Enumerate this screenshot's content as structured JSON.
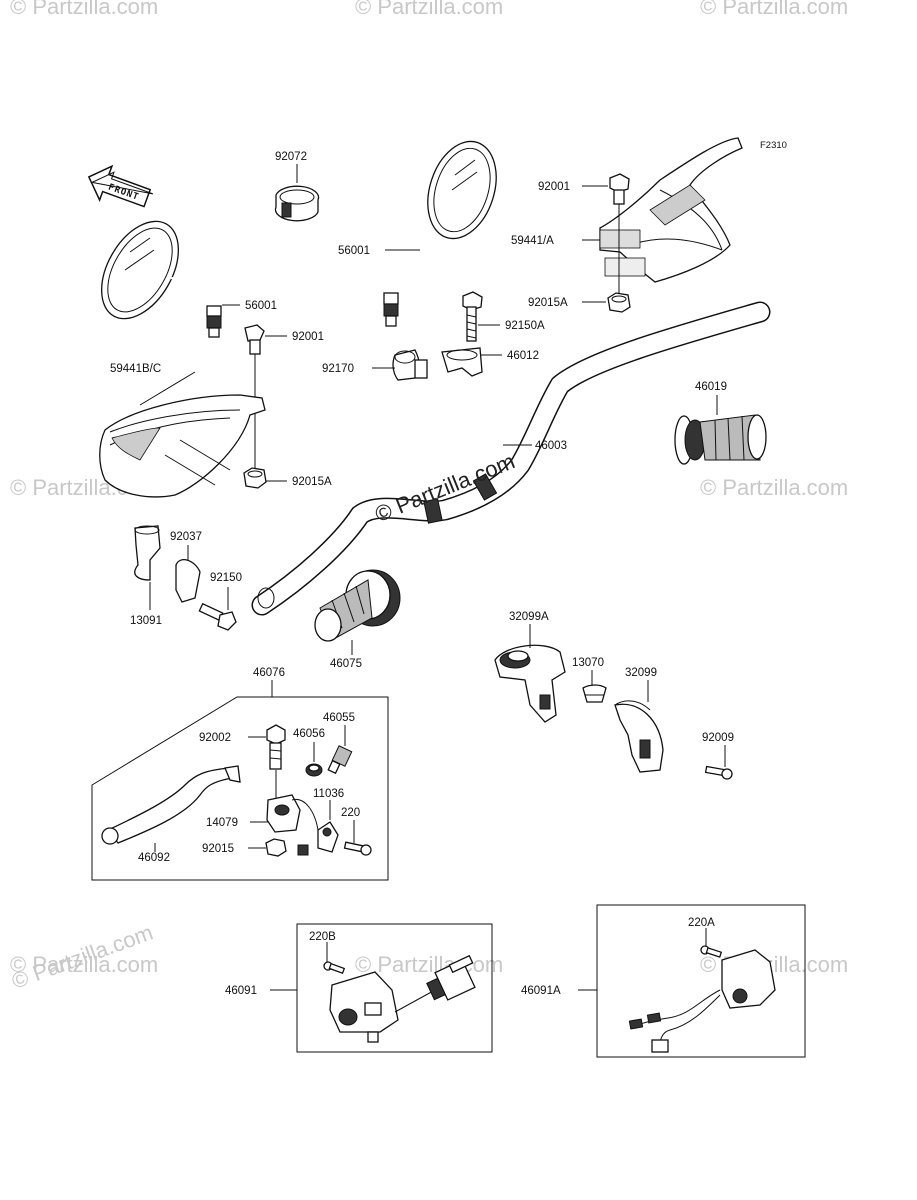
{
  "diagram": {
    "ref_code": "F2310",
    "front_label": "FRONT",
    "watermark": "© Partzilla.com",
    "center_watermark": "© Partzilla.com",
    "labels": {
      "l_92072": "92072",
      "l_56001_right": "56001",
      "l_92001_top": "92001",
      "l_59441a": "59441/A",
      "l_92015a_top": "92015A",
      "l_56001_left": "56001",
      "l_92001_left": "92001",
      "l_92150a": "92150A",
      "l_46012": "46012",
      "l_92170": "92170",
      "l_59441bc": "59441B/C",
      "l_46019": "46019",
      "l_46003": "46003",
      "l_92015a_left": "92015A",
      "l_92037": "92037",
      "l_92150": "92150",
      "l_13091": "13091",
      "l_46075": "46075",
      "l_32099a": "32099A",
      "l_13070": "13070",
      "l_32099": "32099",
      "l_92009": "92009",
      "l_46076": "46076",
      "l_46055": "46055",
      "l_92002": "92002",
      "l_46056": "46056",
      "l_11036": "11036",
      "l_220": "220",
      "l_14079": "14079",
      "l_92015": "92015",
      "l_46092": "46092",
      "l_220b": "220B",
      "l_46091": "46091",
      "l_220a": "220A",
      "l_46091a": "46091A"
    }
  }
}
